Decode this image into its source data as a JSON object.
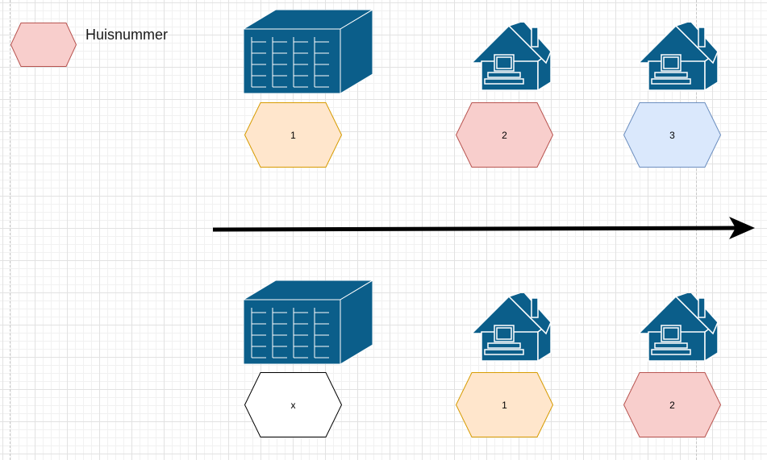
{
  "legend": {
    "label": "Huisnummer",
    "fill": "#f8cecc",
    "stroke": "#b85450"
  },
  "colors": {
    "device_blue": "#0b5e8a",
    "orange_fill": "#ffe6cc",
    "orange_stroke": "#d79b00",
    "red_fill": "#f8cecc",
    "red_stroke": "#b85450",
    "blue_fill": "#dae8fc",
    "blue_stroke": "#6c8ebf",
    "white_fill": "#ffffff",
    "black_stroke": "#000000",
    "arrow": "#000000"
  },
  "before": {
    "server_label": "1",
    "house1_label": "2",
    "house2_label": "3"
  },
  "after": {
    "server_label": "x",
    "house1_label": "1",
    "house2_label": "2"
  }
}
